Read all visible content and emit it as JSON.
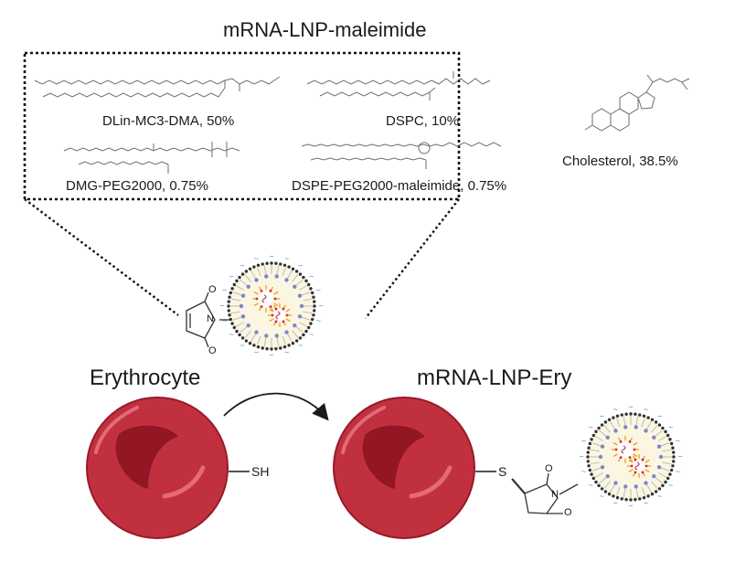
{
  "figure": {
    "lnp_title": "mRNA-LNP-maleimide",
    "components": [
      {
        "name": "DLin-MC3-DMA",
        "percent": "50%",
        "label": "DLin-MC3-DMA, 50%"
      },
      {
        "name": "DSPC",
        "percent": "10%",
        "label": "DSPC, 10%"
      },
      {
        "name": "Cholesterol",
        "percent": "38.5%",
        "label": "Cholesterol, 38.5%"
      },
      {
        "name": "DMG-PEG2000",
        "percent": "0.75%",
        "label": "DMG-PEG2000, 0.75%"
      },
      {
        "name": "DSPE-PEG2000-maleimide",
        "percent": "0.75%",
        "label": "DSPE-PEG2000-maleimide, 0.75%"
      }
    ],
    "erythrocyte_label": "Erythrocyte",
    "conjugate_label": "mRNA-LNP-Ery",
    "thiol_label": "SH",
    "sulfur_label": "S",
    "atoms": {
      "N": "N",
      "O": "O"
    },
    "colors": {
      "rbc_fill": "#c1303f",
      "rbc_edge": "#9a1a28",
      "rbc_dimple": "#921624",
      "rbc_highlight": "#e46a76",
      "lnp_core": "#fbf6e2",
      "lnp_shell": "#333333",
      "peg_chain": "#3a9ac8",
      "lipid_tail": "#7e86c8",
      "ionizable_lipid": "#f0a020",
      "headgroup": "#d8284a"
    }
  }
}
